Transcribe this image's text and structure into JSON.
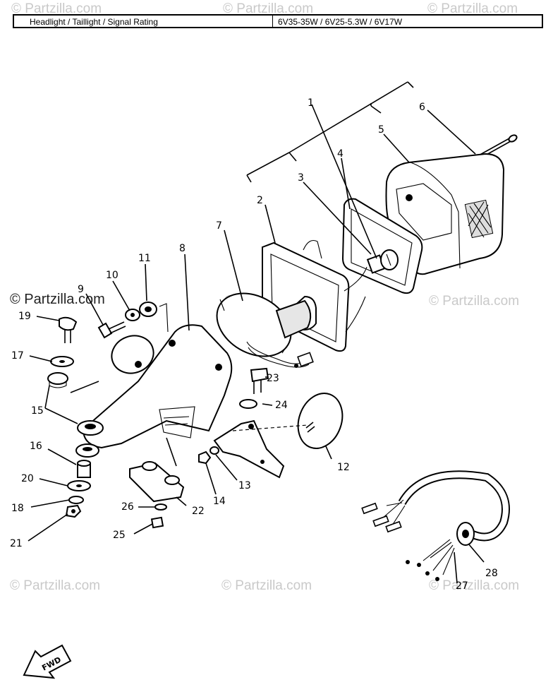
{
  "header": {
    "title": "Headlight / Taillight / Signal Rating",
    "rating": "6V35-35W / 6V25-5.3W / 6V17W"
  },
  "watermark": {
    "text": "© Partzilla.com"
  },
  "fwd_label": "FWD",
  "callouts": {
    "c1": "1",
    "c2": "2",
    "c3": "3",
    "c4": "4",
    "c5": "5",
    "c6": "6",
    "c7": "7",
    "c8": "8",
    "c9": "9",
    "c10": "10",
    "c11": "11",
    "c12": "12",
    "c13": "13",
    "c14": "14",
    "c15": "15",
    "c16": "16",
    "c17": "17",
    "c18": "18",
    "c19": "19",
    "c20": "20",
    "c21": "21",
    "c22": "22",
    "c23": "23",
    "c24": "24",
    "c25": "25",
    "c26": "26",
    "c27": "27",
    "c28": "28"
  }
}
